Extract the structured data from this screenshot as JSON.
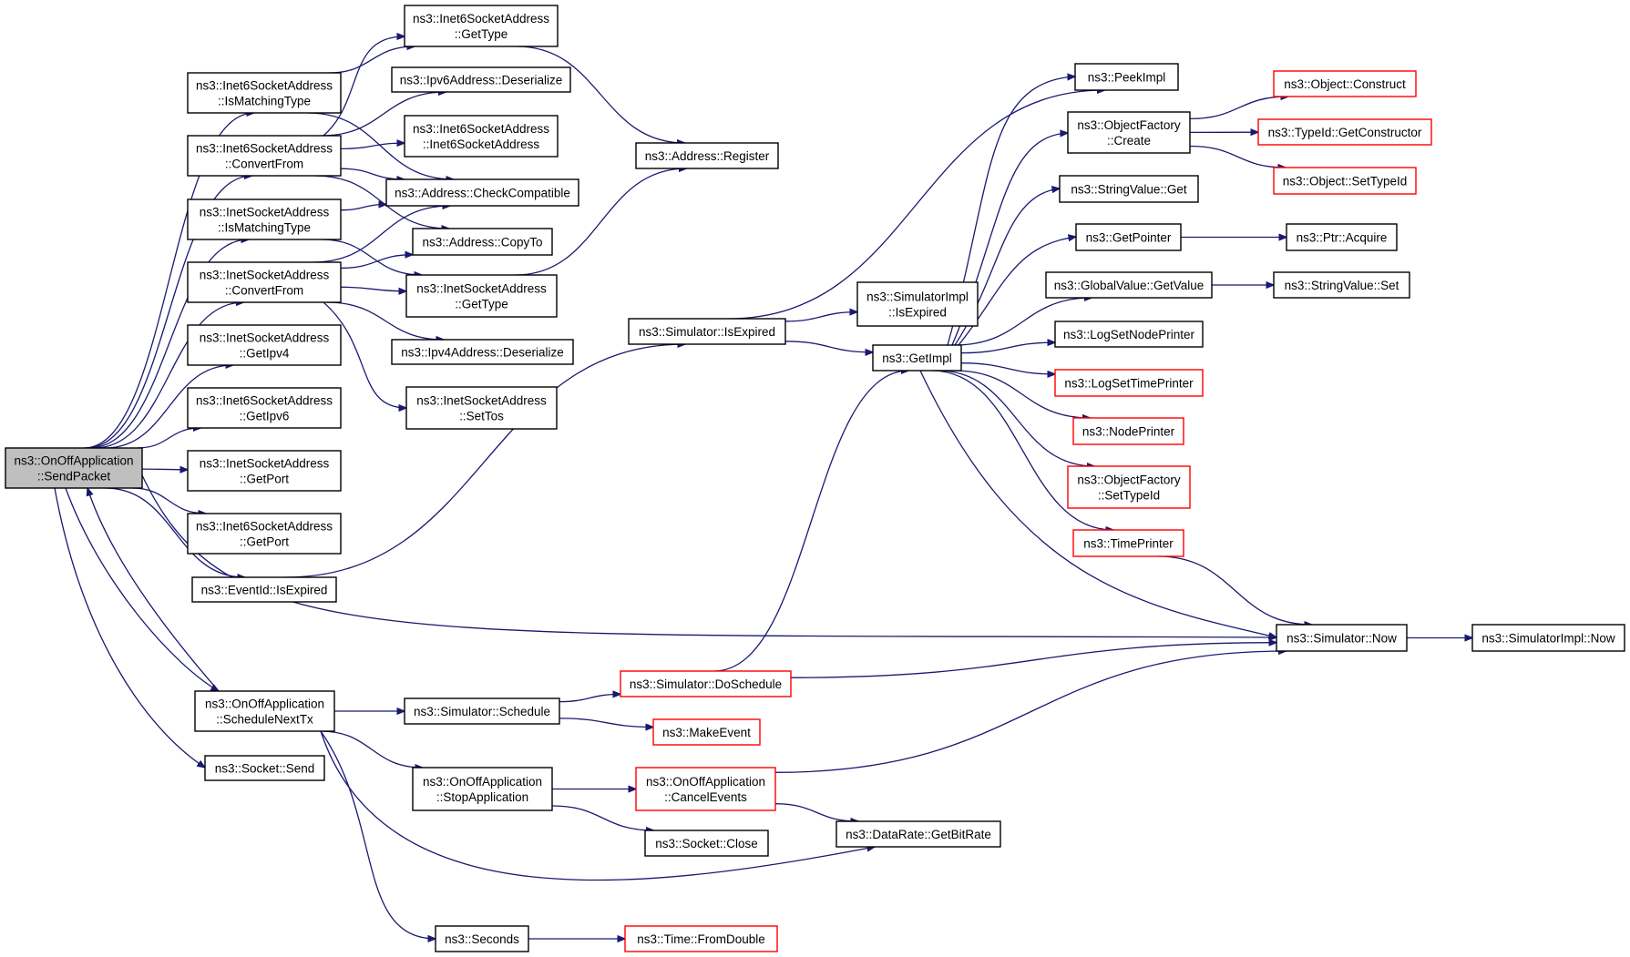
{
  "colors": {
    "edge": "#191970",
    "normal_border": "#000000",
    "external_border": "#ff0000",
    "root_fill": "#bfbfbf",
    "fill": "#ffffff"
  },
  "nodes": {
    "root": {
      "lines": [
        "ns3::OnOffApplication",
        "::SendPacket"
      ],
      "kind": "root"
    },
    "i6_matching": {
      "lines": [
        "ns3::Inet6SocketAddress",
        "::IsMatchingType"
      ],
      "kind": "normal"
    },
    "i6_convert": {
      "lines": [
        "ns3::Inet6SocketAddress",
        "::ConvertFrom"
      ],
      "kind": "normal"
    },
    "i4_matching": {
      "lines": [
        "ns3::InetSocketAddress",
        "::IsMatchingType"
      ],
      "kind": "normal"
    },
    "i4_convert": {
      "lines": [
        "ns3::InetSocketAddress",
        "::ConvertFrom"
      ],
      "kind": "normal"
    },
    "i4_getipv4": {
      "lines": [
        "ns3::InetSocketAddress",
        "::GetIpv4"
      ],
      "kind": "normal"
    },
    "i6_getipv6": {
      "lines": [
        "ns3::Inet6SocketAddress",
        "::GetIpv6"
      ],
      "kind": "normal"
    },
    "i4_getport": {
      "lines": [
        "ns3::InetSocketAddress",
        "::GetPort"
      ],
      "kind": "normal"
    },
    "i6_getport": {
      "lines": [
        "ns3::Inet6SocketAddress",
        "::GetPort"
      ],
      "kind": "normal"
    },
    "event_isexpired": {
      "lines": [
        "ns3::EventId::IsExpired"
      ],
      "kind": "normal"
    },
    "schedule_next": {
      "lines": [
        "ns3::OnOffApplication",
        "::ScheduleNextTx"
      ],
      "kind": "normal"
    },
    "socket_send": {
      "lines": [
        "ns3::Socket::Send"
      ],
      "kind": "normal"
    },
    "i6_gettype": {
      "lines": [
        "ns3::Inet6SocketAddress",
        "::GetType"
      ],
      "kind": "normal"
    },
    "ipv6_deser": {
      "lines": [
        "ns3::Ipv6Address::Deserialize"
      ],
      "kind": "normal"
    },
    "i6_ctor": {
      "lines": [
        "ns3::Inet6SocketAddress",
        "::Inet6SocketAddress"
      ],
      "kind": "normal"
    },
    "check_compat": {
      "lines": [
        "ns3::Address::CheckCompatible"
      ],
      "kind": "normal"
    },
    "copy_to": {
      "lines": [
        "ns3::Address::CopyTo"
      ],
      "kind": "normal"
    },
    "i4_gettype": {
      "lines": [
        "ns3::InetSocketAddress",
        "::GetType"
      ],
      "kind": "normal"
    },
    "ipv4_deser": {
      "lines": [
        "ns3::Ipv4Address::Deserialize"
      ],
      "kind": "normal"
    },
    "i4_settos": {
      "lines": [
        "ns3::InetSocketAddress",
        "::SetTos"
      ],
      "kind": "normal"
    },
    "addr_register": {
      "lines": [
        "ns3::Address::Register"
      ],
      "kind": "normal"
    },
    "sim_isexpired": {
      "lines": [
        "ns3::Simulator::IsExpired"
      ],
      "kind": "normal"
    },
    "simimpl_isexp": {
      "lines": [
        "ns3::SimulatorImpl",
        "::IsExpired"
      ],
      "kind": "normal"
    },
    "getimpl": {
      "lines": [
        "ns3::GetImpl"
      ],
      "kind": "normal"
    },
    "peekimpl": {
      "lines": [
        "ns3::PeekImpl"
      ],
      "kind": "normal"
    },
    "objfactory_create": {
      "lines": [
        "ns3::ObjectFactory",
        "::Create"
      ],
      "kind": "normal"
    },
    "stringvalue_get": {
      "lines": [
        "ns3::StringValue::Get"
      ],
      "kind": "normal"
    },
    "getpointer": {
      "lines": [
        "ns3::GetPointer"
      ],
      "kind": "normal"
    },
    "globalvalue_get": {
      "lines": [
        "ns3::GlobalValue::GetValue"
      ],
      "kind": "normal"
    },
    "log_node_printer": {
      "lines": [
        "ns3::LogSetNodePrinter"
      ],
      "kind": "normal"
    },
    "log_time_printer": {
      "lines": [
        "ns3::LogSetTimePrinter"
      ],
      "kind": "external"
    },
    "node_printer": {
      "lines": [
        "ns3::NodePrinter"
      ],
      "kind": "external"
    },
    "objfactory_settype": {
      "lines": [
        "ns3::ObjectFactory",
        "::SetTypeId"
      ],
      "kind": "external"
    },
    "time_printer": {
      "lines": [
        "ns3::TimePrinter"
      ],
      "kind": "external"
    },
    "obj_construct": {
      "lines": [
        "ns3::Object::Construct"
      ],
      "kind": "external"
    },
    "typeid_getctor": {
      "lines": [
        "ns3::TypeId::GetConstructor"
      ],
      "kind": "external"
    },
    "obj_settypeid": {
      "lines": [
        "ns3::Object::SetTypeId"
      ],
      "kind": "external"
    },
    "ptr_acquire": {
      "lines": [
        "ns3::Ptr::Acquire"
      ],
      "kind": "normal"
    },
    "stringvalue_set": {
      "lines": [
        "ns3::StringValue::Set"
      ],
      "kind": "normal"
    },
    "sim_now": {
      "lines": [
        "ns3::Simulator::Now"
      ],
      "kind": "normal"
    },
    "simimpl_now": {
      "lines": [
        "ns3::SimulatorImpl::Now"
      ],
      "kind": "normal"
    },
    "sim_schedule": {
      "lines": [
        "ns3::Simulator::Schedule"
      ],
      "kind": "normal"
    },
    "sim_doschedule": {
      "lines": [
        "ns3::Simulator::DoSchedule"
      ],
      "kind": "external"
    },
    "make_event": {
      "lines": [
        "ns3::MakeEvent"
      ],
      "kind": "external"
    },
    "stop_app": {
      "lines": [
        "ns3::OnOffApplication",
        "::StopApplication"
      ],
      "kind": "normal"
    },
    "cancel_events": {
      "lines": [
        "ns3::OnOffApplication",
        "::CancelEvents"
      ],
      "kind": "external"
    },
    "socket_close": {
      "lines": [
        "ns3::Socket::Close"
      ],
      "kind": "normal"
    },
    "datarate_getbit": {
      "lines": [
        "ns3::DataRate::GetBitRate"
      ],
      "kind": "normal"
    },
    "seconds": {
      "lines": [
        "ns3::Seconds"
      ],
      "kind": "normal"
    },
    "time_fromdouble": {
      "lines": [
        "ns3::Time::FromDouble"
      ],
      "kind": "external"
    }
  },
  "edges": [
    [
      "root",
      "i6_matching"
    ],
    [
      "root",
      "i6_convert"
    ],
    [
      "root",
      "i4_matching"
    ],
    [
      "root",
      "i4_convert"
    ],
    [
      "root",
      "i4_getipv4"
    ],
    [
      "root",
      "i6_getipv6"
    ],
    [
      "root",
      "i4_getport"
    ],
    [
      "root",
      "i6_getport"
    ],
    [
      "root",
      "event_isexpired"
    ],
    [
      "root",
      "schedule_next"
    ],
    [
      "root",
      "socket_send"
    ],
    [
      "root",
      "sim_now"
    ],
    [
      "i6_matching",
      "i6_gettype"
    ],
    [
      "i6_matching",
      "check_compat"
    ],
    [
      "i6_convert",
      "i6_gettype"
    ],
    [
      "i6_convert",
      "ipv6_deser"
    ],
    [
      "i6_convert",
      "i6_ctor"
    ],
    [
      "i6_convert",
      "check_compat"
    ],
    [
      "i6_convert",
      "copy_to"
    ],
    [
      "i4_matching",
      "check_compat"
    ],
    [
      "i4_matching",
      "i4_gettype"
    ],
    [
      "i4_convert",
      "check_compat"
    ],
    [
      "i4_convert",
      "copy_to"
    ],
    [
      "i4_convert",
      "i4_gettype"
    ],
    [
      "i4_convert",
      "ipv4_deser"
    ],
    [
      "i4_convert",
      "i4_settos"
    ],
    [
      "i6_gettype",
      "addr_register"
    ],
    [
      "i4_gettype",
      "addr_register"
    ],
    [
      "event_isexpired",
      "sim_isexpired"
    ],
    [
      "sim_isexpired",
      "peekimpl"
    ],
    [
      "sim_isexpired",
      "simimpl_isexp"
    ],
    [
      "sim_isexpired",
      "getimpl"
    ],
    [
      "getimpl",
      "peekimpl"
    ],
    [
      "getimpl",
      "objfactory_create"
    ],
    [
      "getimpl",
      "stringvalue_get"
    ],
    [
      "getimpl",
      "getpointer"
    ],
    [
      "getimpl",
      "globalvalue_get"
    ],
    [
      "getimpl",
      "log_node_printer"
    ],
    [
      "getimpl",
      "log_time_printer"
    ],
    [
      "getimpl",
      "node_printer"
    ],
    [
      "getimpl",
      "objfactory_settype"
    ],
    [
      "getimpl",
      "time_printer"
    ],
    [
      "getimpl",
      "sim_now"
    ],
    [
      "objfactory_create",
      "obj_construct"
    ],
    [
      "objfactory_create",
      "typeid_getctor"
    ],
    [
      "objfactory_create",
      "obj_settypeid"
    ],
    [
      "getpointer",
      "ptr_acquire"
    ],
    [
      "globalvalue_get",
      "stringvalue_set"
    ],
    [
      "time_printer",
      "sim_now"
    ],
    [
      "sim_now",
      "simimpl_now"
    ],
    [
      "schedule_next",
      "root"
    ],
    [
      "schedule_next",
      "sim_schedule"
    ],
    [
      "schedule_next",
      "stop_app"
    ],
    [
      "schedule_next",
      "datarate_getbit"
    ],
    [
      "schedule_next",
      "seconds"
    ],
    [
      "sim_schedule",
      "sim_doschedule"
    ],
    [
      "sim_schedule",
      "make_event"
    ],
    [
      "sim_doschedule",
      "getimpl"
    ],
    [
      "sim_doschedule",
      "sim_now"
    ],
    [
      "stop_app",
      "cancel_events"
    ],
    [
      "stop_app",
      "socket_close"
    ],
    [
      "cancel_events",
      "sim_now"
    ],
    [
      "cancel_events",
      "datarate_getbit"
    ],
    [
      "seconds",
      "time_fromdouble"
    ]
  ]
}
